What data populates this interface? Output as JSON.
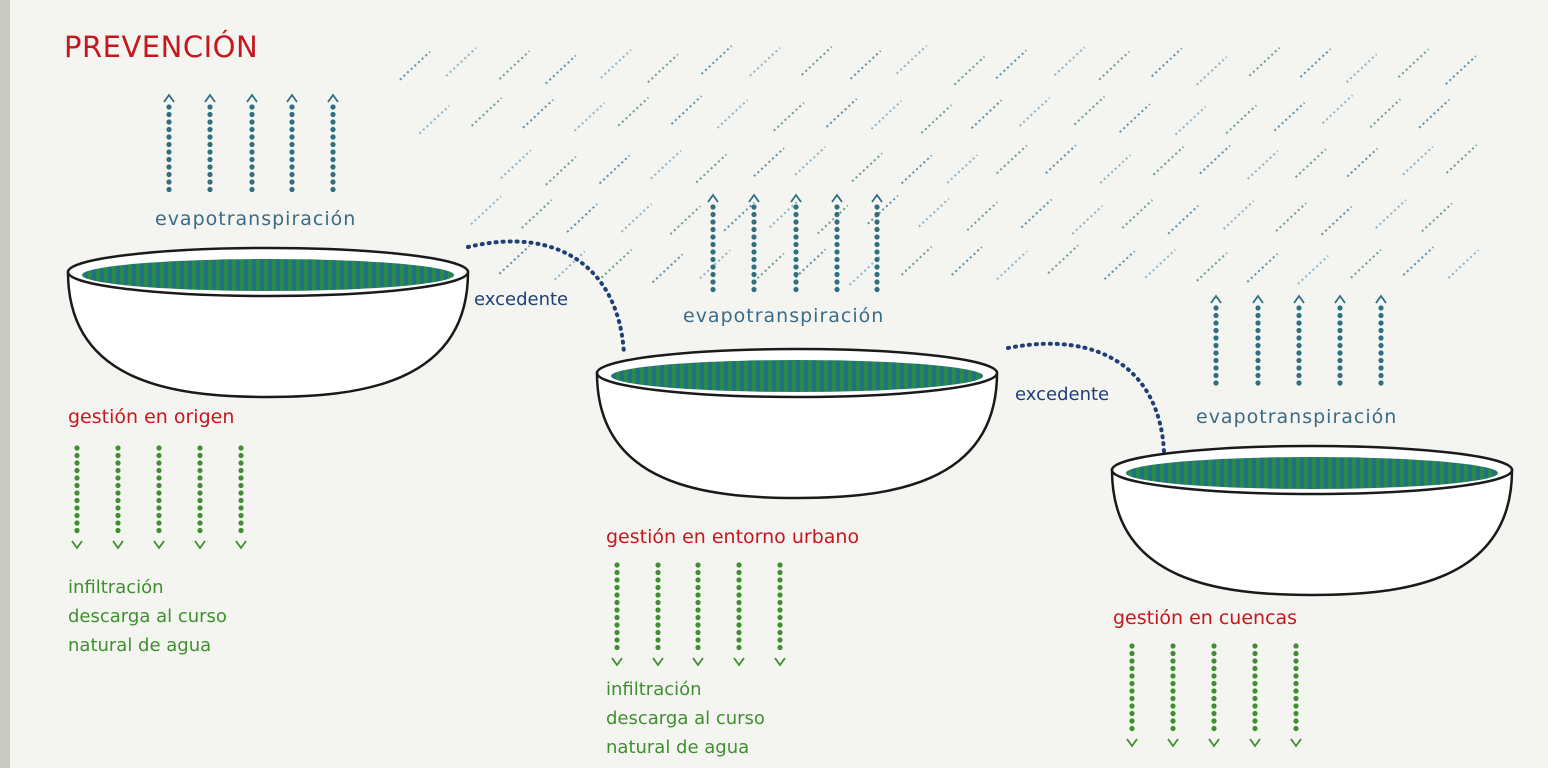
{
  "title": "PREVENCIÓN",
  "evaporation_label": "evapotranspiración",
  "surplus_label": "excedente",
  "stages": [
    {
      "management": "gestión en origen",
      "outputs": [
        "infiltración",
        "descarga al curso",
        "natural de agua"
      ]
    },
    {
      "management": "gestión en entorno urbano",
      "outputs": [
        "infiltración",
        "descarga al curso",
        "natural de agua"
      ]
    },
    {
      "management": "gestión en cuencas",
      "outputs": []
    }
  ],
  "colors": {
    "title": "#c8161d",
    "evaporation": "#3c6b86",
    "surplus": "#1f3f77",
    "management": "#c8161d",
    "infiltration": "#3f8f30",
    "water_a": "#1f7a8c",
    "water_b": "#2f8a3e"
  }
}
